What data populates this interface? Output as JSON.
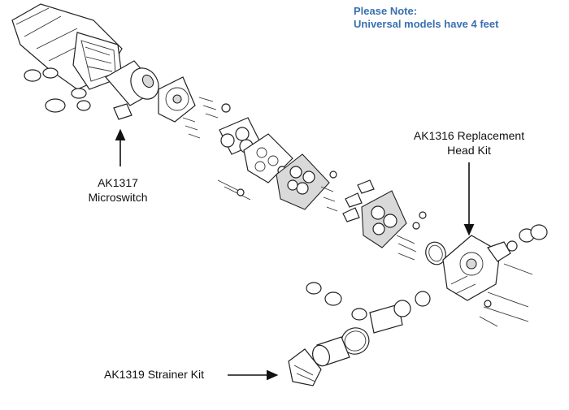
{
  "note": {
    "line1": "Please Note:",
    "line2": "Universal models have 4 feet"
  },
  "callouts": {
    "microswitch": {
      "code": "AK1317",
      "name": "Microswitch"
    },
    "head_kit": {
      "line1": "AK1316 Replacement",
      "line2": "Head Kit"
    },
    "strainer": {
      "text": "AK1319 Strainer Kit"
    }
  },
  "colors": {
    "note": "#3a6fb0",
    "ink": "#222222"
  }
}
